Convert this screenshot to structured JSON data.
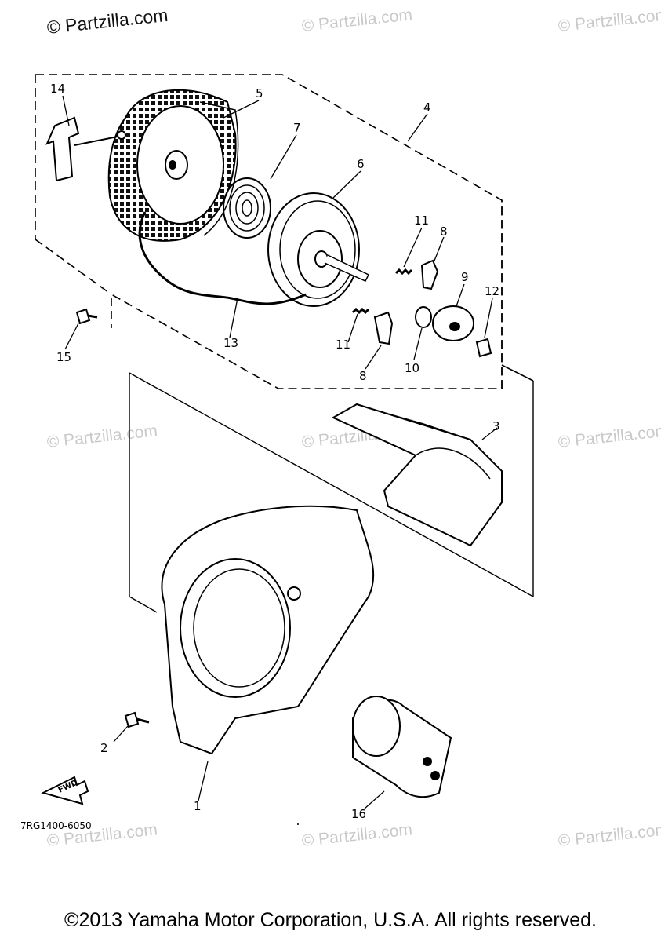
{
  "watermark": {
    "main": "© Partzilla.com",
    "faint": "© Partzilla.com"
  },
  "callouts": {
    "c1": "1",
    "c2": "2",
    "c3": "3",
    "c4": "4",
    "c5": "5",
    "c6": "6",
    "c7": "7",
    "c8a": "8",
    "c8b": "8",
    "c9": "9",
    "c10": "10",
    "c11a": "11",
    "c11b": "11",
    "c12": "12",
    "c13": "13",
    "c14": "14",
    "c15": "15",
    "c16": "16"
  },
  "fwd_label": "FWD",
  "diagram_code": "7RG1400-6050",
  "copyright": "©2013 Yamaha Motor Corporation, U.S.A. All rights reserved."
}
